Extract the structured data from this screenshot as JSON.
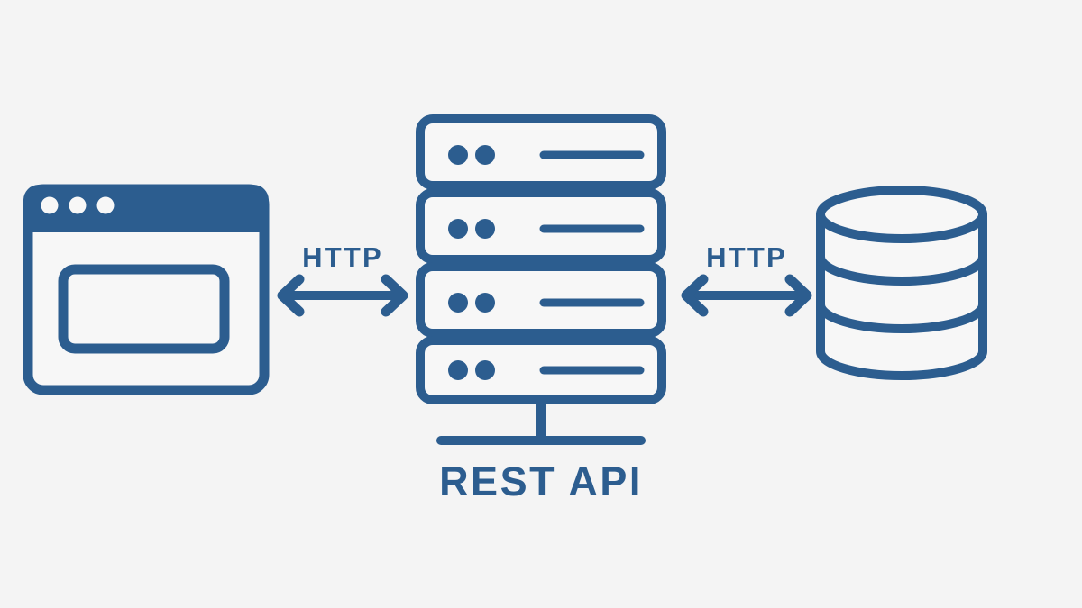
{
  "diagram": {
    "title": "REST API",
    "background_color": "#f4f4f4",
    "accent_color": "#2c5d8f",
    "shape_fill_color": "#f7f7f7",
    "nodes": {
      "client": {
        "name": "browser-window",
        "label": "",
        "titlebar_dots": 3
      },
      "server": {
        "name": "rest-api-server-stack",
        "label": "REST API",
        "unit_count": 4,
        "units": [
          {
            "index": 1,
            "led_count": 2,
            "has_status_bar": true
          },
          {
            "index": 2,
            "led_count": 2,
            "has_status_bar": true
          },
          {
            "index": 3,
            "led_count": 2,
            "has_status_bar": true
          },
          {
            "index": 4,
            "led_count": 2,
            "has_status_bar": true
          }
        ]
      },
      "database": {
        "name": "database-cylinder",
        "label": "",
        "disc_count": 3
      }
    },
    "connections": [
      {
        "id": "client-to-server",
        "label": "HTTP",
        "from": "client",
        "to": "server",
        "direction": "bidirectional"
      },
      {
        "id": "server-to-database",
        "label": "HTTP",
        "from": "server",
        "to": "database",
        "direction": "bidirectional"
      }
    ]
  }
}
